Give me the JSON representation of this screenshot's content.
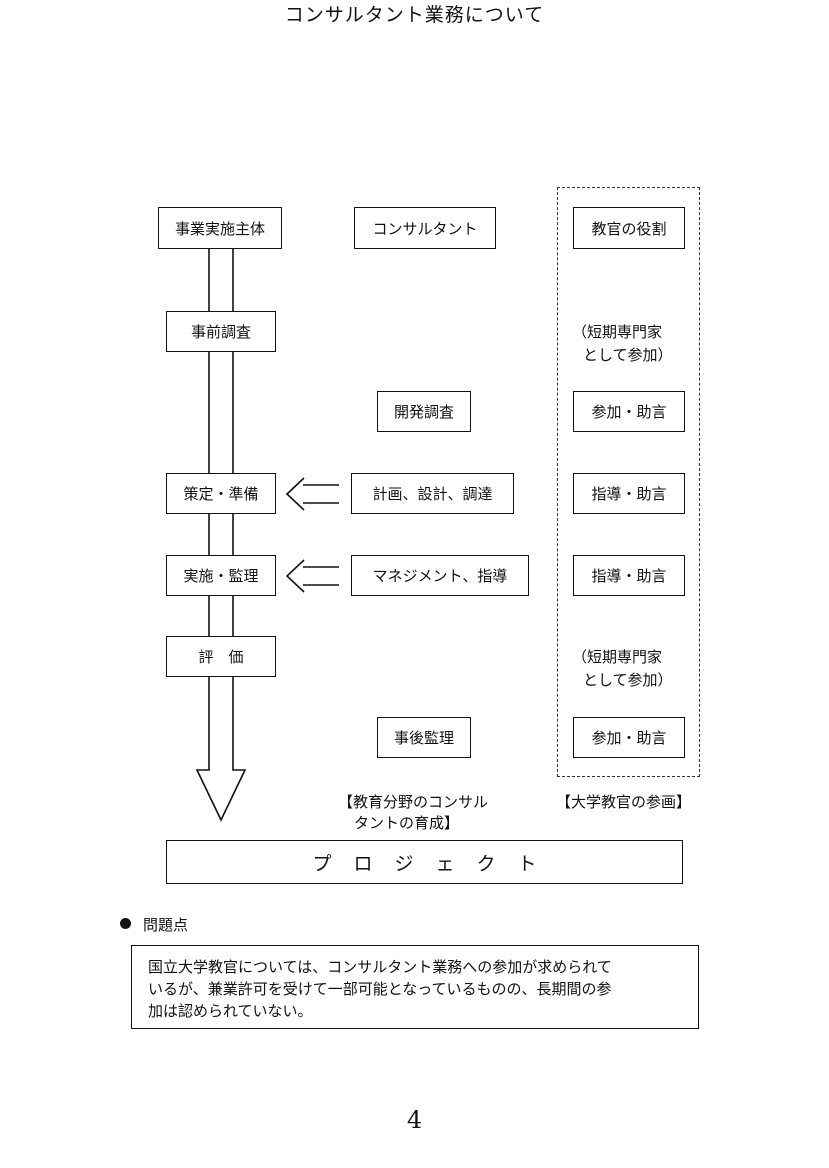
{
  "title": "コンサルタント業務について",
  "columns": {
    "actor": "事業実施主体",
    "consultant": "コンサルタント",
    "faculty": "教官の役割"
  },
  "stages": {
    "prior_survey": "事前調査",
    "planning": "策定・準備",
    "implementation": "実施・監理",
    "evaluation": "評　価"
  },
  "consultant_tasks": {
    "dev_survey": "開発調査",
    "planning": "計画、設計、調達",
    "management": "マネジメント、指導",
    "post_monitoring": "事後監理"
  },
  "faculty_roles": {
    "short_term_1_line1": "（短期専門家",
    "short_term_1_line2": "として参加）",
    "dev_survey": "参加・助言",
    "planning": "指導・助言",
    "management": "指導・助言",
    "short_term_2_line1": "（短期専門家",
    "short_term_2_line2": "として参加）",
    "post_monitoring": "参加・助言"
  },
  "captions": {
    "consultant_line1": "【教育分野のコンサル",
    "consultant_line2": "タントの育成】",
    "faculty": "【大学教官の参画】"
  },
  "project": "プロジェクト",
  "issues": {
    "heading": "問題点",
    "line1": "国立大学教官については、コンサルタント業務への参加が求められて",
    "line2": "いるが、兼業許可を受けて一部可能となっているものの、長期間の参",
    "line3": "加は認められていない。"
  },
  "page_number": "4"
}
